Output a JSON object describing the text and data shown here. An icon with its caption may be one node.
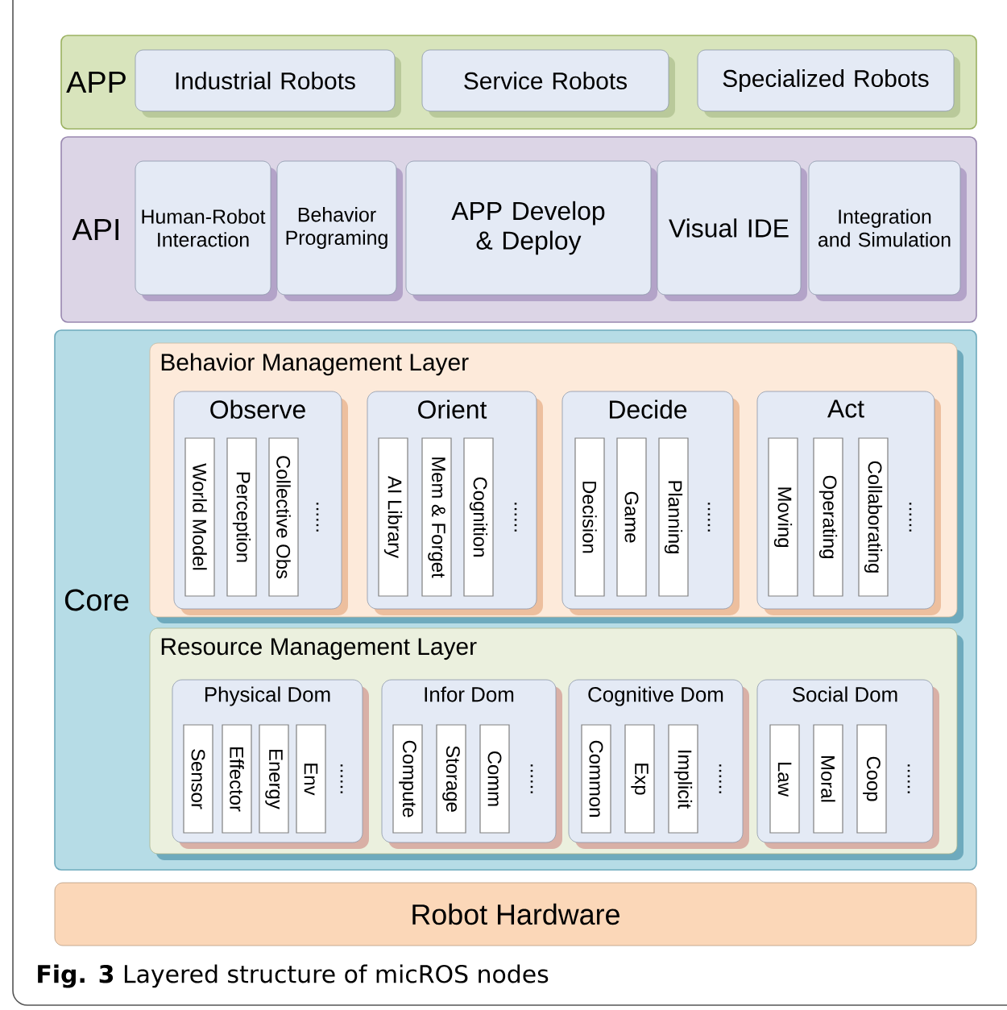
{
  "diagram": {
    "caption": "**Fig. 3** Layered structure of micROS nodes",
    "nodes": [
      {
        "text": [
          "APP"
        ]
      },
      {
        "text": [
          "Industrial Robots"
        ],
        "in": 0
      },
      {
        "text": [
          "Service Robots"
        ],
        "in": 0
      },
      {
        "text": [
          "Specialized Robots"
        ],
        "in": 0
      },
      {
        "text": [
          "API"
        ]
      },
      {
        "text": [
          "Human-Robot Interaction"
        ],
        "in": 4
      },
      {
        "text": [
          "Behavior Programing"
        ],
        "in": 4
      },
      {
        "text": [
          "APP Develop & Deploy"
        ],
        "in": 4
      },
      {
        "text": [
          "Visual IDE"
        ],
        "in": 4
      },
      {
        "text": [
          "Integration and Simulation"
        ],
        "in": 4
      },
      {
        "text": [
          "Core"
        ]
      },
      {
        "text": [
          "Behavior Management Layer"
        ],
        "in": 10
      },
      {
        "text": [
          "Observe",
          "......"
        ],
        "in": 11
      },
      {
        "text": [
          "World Model"
        ],
        "in": 12
      },
      {
        "text": [
          "Perception"
        ],
        "in": 12
      },
      {
        "text": [
          "Collective Obs"
        ],
        "in": 12
      },
      {
        "text": [
          "Orient",
          "......"
        ],
        "in": 11
      },
      {
        "text": [
          "AI Library"
        ],
        "in": 16
      },
      {
        "text": [
          "Mem & Forget"
        ],
        "in": 16
      },
      {
        "text": [
          "Cognition"
        ],
        "in": 16
      },
      {
        "text": [
          "Decide",
          "......"
        ],
        "in": 11
      },
      {
        "text": [
          "Decision"
        ],
        "in": 20
      },
      {
        "text": [
          "Game"
        ],
        "in": 20
      },
      {
        "text": [
          "Planning"
        ],
        "in": 20
      },
      {
        "text": [
          "Act",
          "......"
        ],
        "in": 11
      },
      {
        "text": [
          "Moving"
        ],
        "in": 24
      },
      {
        "text": [
          "Operating"
        ],
        "in": 24
      },
      {
        "text": [
          "Collaborating"
        ],
        "in": 24
      },
      {
        "text": [
          "Resource Management Layer"
        ],
        "in": 10
      },
      {
        "text": [
          "Physical Dom",
          "......"
        ],
        "in": 28
      },
      {
        "text": [
          "Sensor"
        ],
        "in": 29
      },
      {
        "text": [
          "Effector"
        ],
        "in": 29
      },
      {
        "text": [
          "Energy"
        ],
        "in": 29
      },
      {
        "text": [
          "Env"
        ],
        "in": 29
      },
      {
        "text": [
          "Infor Dom",
          "......"
        ],
        "in": 28
      },
      {
        "text": [
          "Compute"
        ],
        "in": 34
      },
      {
        "text": [
          "Storage"
        ],
        "in": 34
      },
      {
        "text": [
          "Comm"
        ],
        "in": 34
      },
      {
        "text": [
          "Cognitive Dom",
          "......"
        ],
        "in": 28
      },
      {
        "text": [
          "Common"
        ],
        "in": 38
      },
      {
        "text": [
          "Exp"
        ],
        "in": 38
      },
      {
        "text": [
          "Implicit"
        ],
        "in": 38
      },
      {
        "text": [
          "Social Dom",
          "......"
        ],
        "in": 28
      },
      {
        "text": [
          "Law"
        ],
        "in": 42
      },
      {
        "text": [
          "Moral"
        ],
        "in": 42
      },
      {
        "text": [
          "Coop"
        ],
        "in": 42
      },
      {
        "text": [
          "Robot Hardware"
        ]
      }
    ]
  }
}
